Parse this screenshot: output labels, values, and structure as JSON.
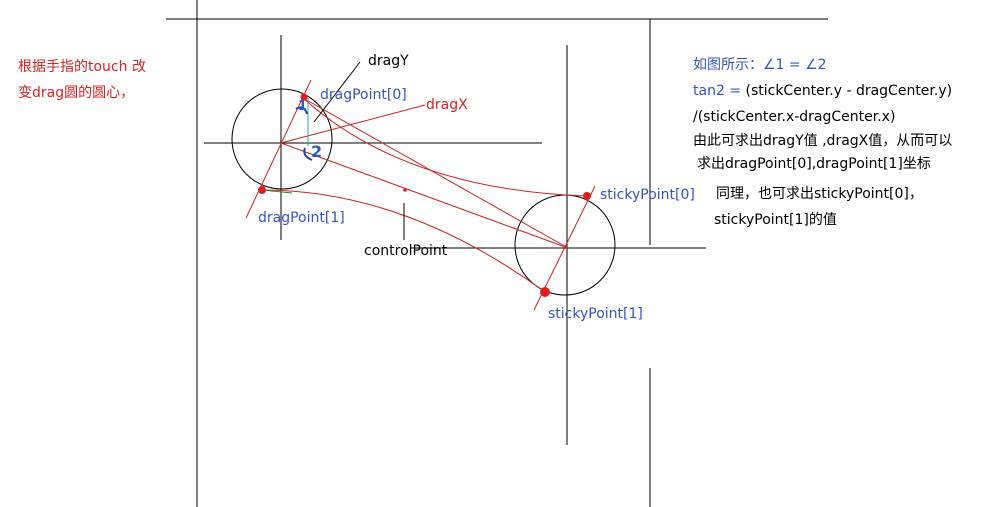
{
  "note_left": {
    "line1": "根据手指的touch 改",
    "line2": "变drag圆的圆心，"
  },
  "labels": {
    "drag_y": "dragY",
    "drag_x": "dragX",
    "drag_point_0": "dragPoint[0]",
    "drag_point_1": "dragPoint[1]",
    "control_point": "controlPoint",
    "sticky_point_0": "stickyPoint[0]",
    "sticky_point_1": "stickyPoint[1]",
    "angle_1": "1",
    "angle_2": "2"
  },
  "explanation": {
    "line1": "如图所示：∠1 = ∠2",
    "line2_prefix": "tan2 = ",
    "line2_rest": "(stickCenter.y - dragCenter.y)",
    "line3": "/(stickCenter.x-dragCenter.x)",
    "line4": "由此可求出dragY值 ,dragX值，从而可以",
    "line5": "求出dragPoint[0],dragPoint[1]坐标",
    "line6": "同理，也可求出stickyPoint[0]，",
    "line7": "stickyPoint[1]的值"
  },
  "colors": {
    "construction": "#000000",
    "curve": "#d42020",
    "label_blue": "#3355cc",
    "label_red": "#e02020"
  }
}
